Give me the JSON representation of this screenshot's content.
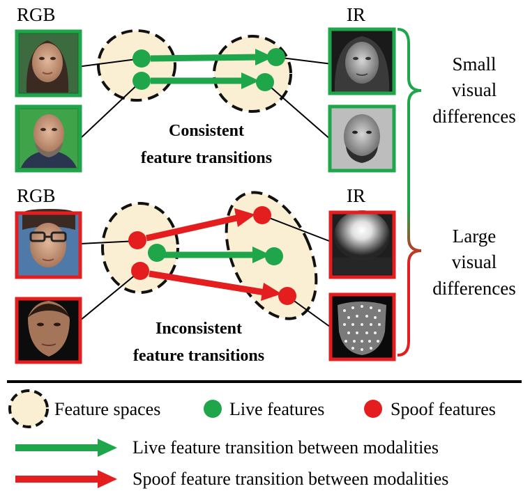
{
  "colors": {
    "live": "#1fa64a",
    "spoof": "#e41e1e",
    "space_fill": "#fbefd3",
    "frame_green": "#1fa64a",
    "frame_red": "#e41e1e"
  },
  "top": {
    "rgb_label": "RGB",
    "ir_label": "IR",
    "caption_line1": "Consistent",
    "caption_line2": "feature transitions",
    "bracket_label_line1": "Small",
    "bracket_label_line2": "visual",
    "bracket_label_line3": "differences"
  },
  "bottom": {
    "rgb_label": "RGB",
    "ir_label": "IR",
    "caption_line1": "Inconsistent",
    "caption_line2": "feature transitions",
    "bracket_label_line1": "Large",
    "bracket_label_line2": "visual",
    "bracket_label_line3": "differences"
  },
  "legend": {
    "feature_spaces": "Feature spaces",
    "live_features": "Live features",
    "spoof_features": "Spoof features",
    "live_transition": "Live feature transition between modalities",
    "spoof_transition": "Spoof feature transition between modalities"
  }
}
